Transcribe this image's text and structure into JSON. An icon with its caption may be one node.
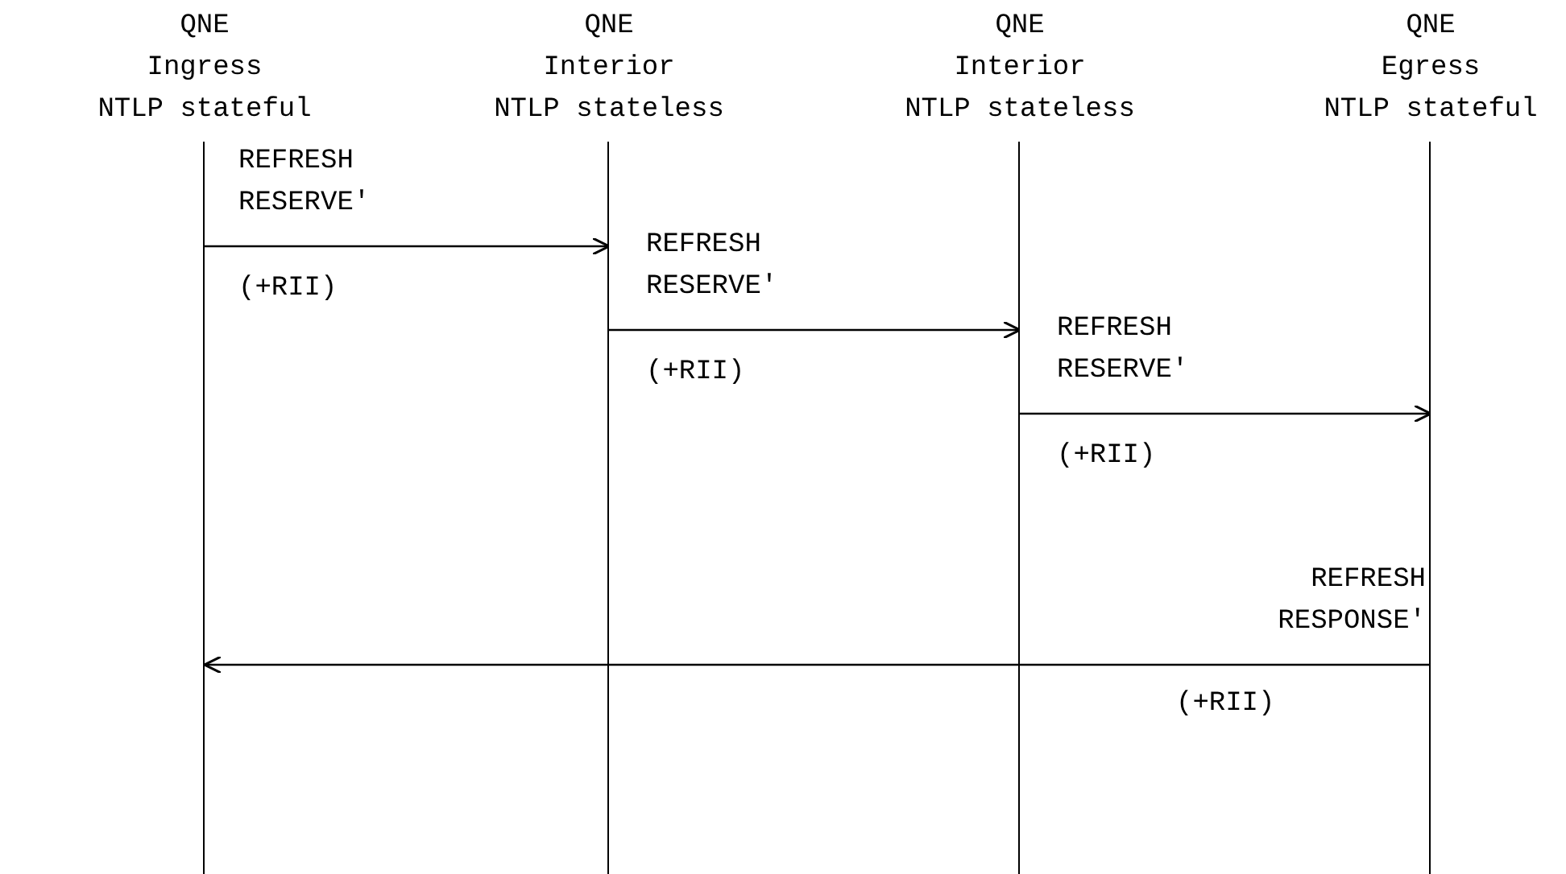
{
  "diagram": {
    "nodes": [
      {
        "text": [
          "QNE Ingress",
          "NTLP stateful"
        ]
      },
      {
        "text": [
          "QNE Interior",
          "NTLP stateless"
        ]
      },
      {
        "text": [
          "QNE Interior",
          "NTLP stateless"
        ]
      },
      {
        "text": [
          "QNE Egress",
          "NTLP stateful"
        ]
      }
    ],
    "edges": [
      {
        "from": 0,
        "to": 1,
        "arrow": "to",
        "label": "REFRESH RESERVE'"
      },
      {
        "from": 1,
        "to": 2,
        "arrow": "to",
        "label": "REFRESH RESERVE'"
      },
      {
        "from": 2,
        "to": 3,
        "arrow": "to",
        "label": "REFRESH RESERVE'"
      },
      {
        "from": 3,
        "to": 0,
        "arrow": "to",
        "label": "REFRESH RESPONSE'"
      }
    ],
    "labels": [
      "(+RII)",
      "(+RII)",
      "(+RII)",
      "(+RII)"
    ]
  }
}
